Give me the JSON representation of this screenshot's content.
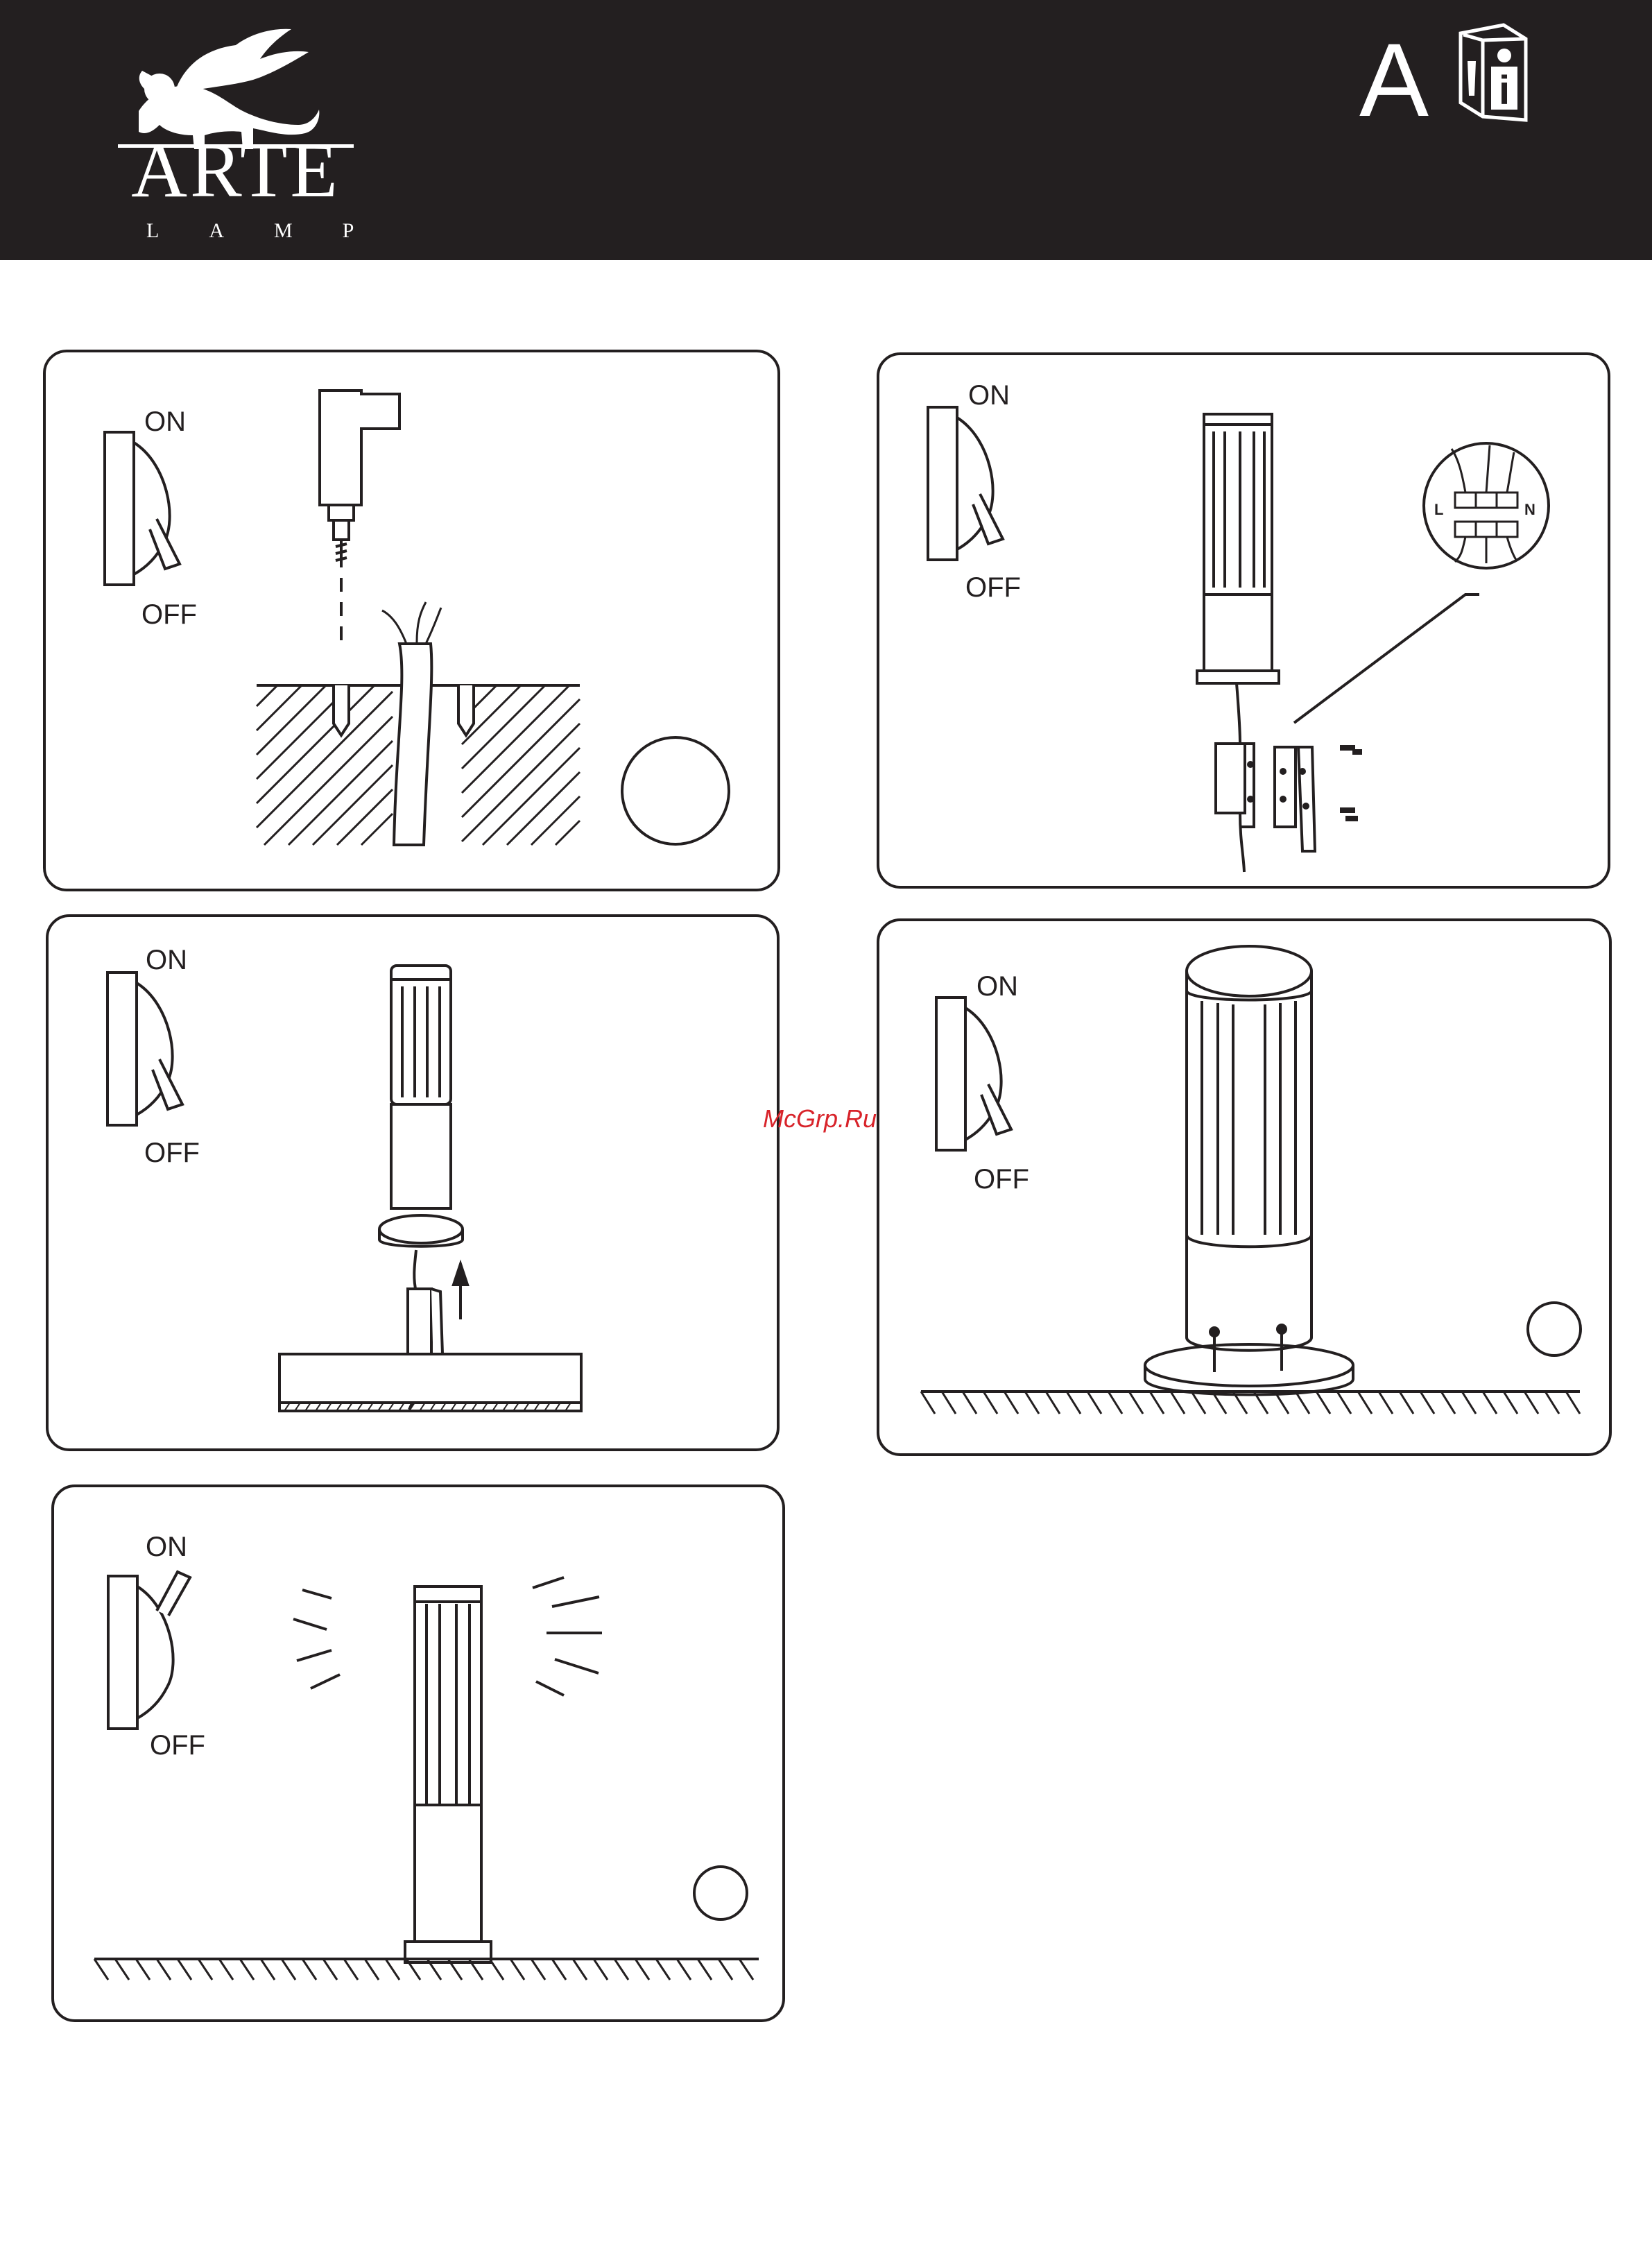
{
  "header": {
    "brand": "ARTE",
    "brand_sub": "LAMP",
    "language_letter": "A",
    "icons": [
      "griffin-logo-icon",
      "instruction-book-icon"
    ]
  },
  "panels": [
    {
      "id": "step-install-base",
      "switch_on": "ON",
      "switch_off": "OFF",
      "switch_state": "off"
    },
    {
      "id": "step-wiring",
      "switch_on": "ON",
      "switch_off": "OFF",
      "switch_state": "off",
      "terminal_left": "L",
      "terminal_right": "N"
    },
    {
      "id": "step-insert-lamp",
      "switch_on": "ON",
      "switch_off": "OFF",
      "switch_state": "off"
    },
    {
      "id": "step-fix-screws",
      "switch_on": "ON",
      "switch_off": "OFF",
      "switch_state": "off"
    },
    {
      "id": "step-switch-on",
      "switch_on": "ON",
      "switch_off": "OFF",
      "switch_state": "on"
    }
  ],
  "watermark": "McGrp.Ru",
  "colors": {
    "ink": "#231f20",
    "header_bg": "#231f20",
    "watermark": "#d8232a"
  }
}
